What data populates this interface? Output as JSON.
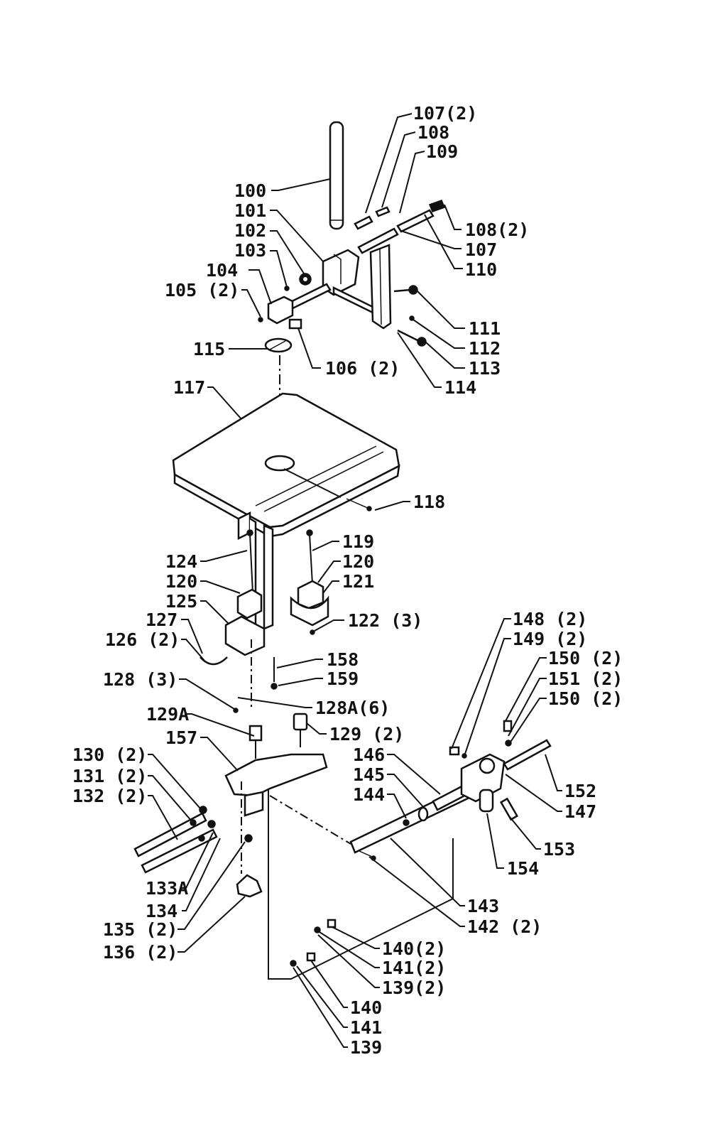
{
  "labels": [
    "107(2)",
    "108",
    "109",
    "100",
    "101",
    "102",
    "103",
    "104",
    "105 (2)",
    "108(2)",
    "107",
    "110",
    "111",
    "112",
    "113",
    "114",
    "115",
    "106 (2)",
    "117",
    "118",
    "124",
    "119",
    "120",
    "120",
    "121",
    "125",
    "127",
    "122 (3)",
    "126 (2)",
    "158",
    "159",
    "128 (3)",
    "128A(6)",
    "129A",
    "129 (2)",
    "157",
    "130 (2)",
    "131 (2)",
    "132 (2)",
    "133A",
    "134",
    "135 (2)",
    "136 (2)",
    "148 (2)",
    "149 (2)",
    "150 (2)",
    "151 (2)",
    "150 (2)",
    "146",
    "145",
    "144",
    "152",
    "147",
    "153",
    "154",
    "143",
    "142 (2)",
    "140(2)",
    "141(2)",
    "139(2)",
    "140",
    "141",
    "139"
  ]
}
